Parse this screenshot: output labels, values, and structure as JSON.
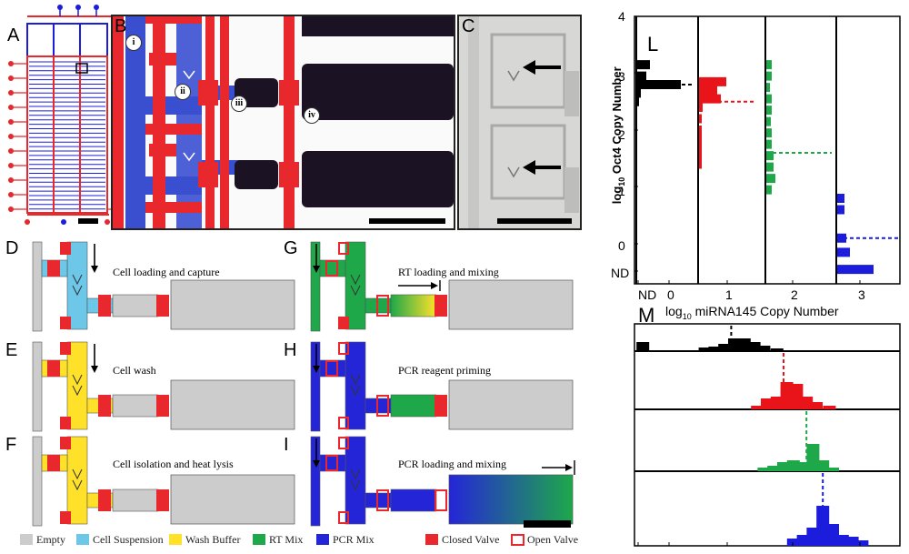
{
  "panel_labels": {
    "A": "A",
    "B": "B",
    "C": "C",
    "D": "D",
    "E": "E",
    "F": "F",
    "G": "G",
    "H": "H",
    "I": "I",
    "L": "L",
    "M": "M"
  },
  "b_markers": [
    "i",
    "ii",
    "iii",
    "iv"
  ],
  "steps": {
    "D": "Cell loading and capture",
    "E": "Cell wash",
    "F": "Cell isolation and heat lysis",
    "G": "RT loading and mixing",
    "H": "PCR reagent priming",
    "I": "PCR loading and mixing"
  },
  "legend": [
    {
      "label": "Empty",
      "color": "#cccccc"
    },
    {
      "label": "Cell Suspension",
      "color": "#6cc7e8"
    },
    {
      "label": "Wash Buffer",
      "color": "#ffe12a"
    },
    {
      "label": "RT Mix",
      "color": "#1ea84a"
    },
    {
      "label": "PCR Mix",
      "color": "#2525d8"
    },
    {
      "label": "Closed Valve",
      "color": "#e8282d"
    },
    {
      "label": "Open Valve",
      "color": "#e8282d"
    }
  ],
  "colors": {
    "valve": "#e8282d",
    "flow_blue": "#3a4fd0",
    "dark_chamber": "#1b1323",
    "rt": "#1ea84a",
    "pcr": "#2525d8",
    "wash": "#ffe12a",
    "cell": "#6cc7e8",
    "empty": "#cccccc"
  },
  "chart_L": {
    "ylabel": "log10 Oct4 Copy Number",
    "y_ticks": [
      "4",
      "3",
      "2",
      "1",
      "0",
      "ND"
    ],
    "x_ticks": [
      "ND",
      "0",
      "1",
      "2",
      "3"
    ],
    "series_colors": [
      "#000000",
      "#e8141a",
      "#1ea84a",
      "#1c1cdc"
    ],
    "mean_lines": [
      2.8,
      2.5,
      1.6,
      0.1
    ]
  },
  "chart_M": {
    "xlabel": "log10 miRNA145 Copy Number",
    "series_colors": [
      "#000000",
      "#e8141a",
      "#1ea84a",
      "#1c1cdc"
    ],
    "mean_lines": [
      0.95,
      1.75,
      2.1,
      2.35
    ]
  }
}
